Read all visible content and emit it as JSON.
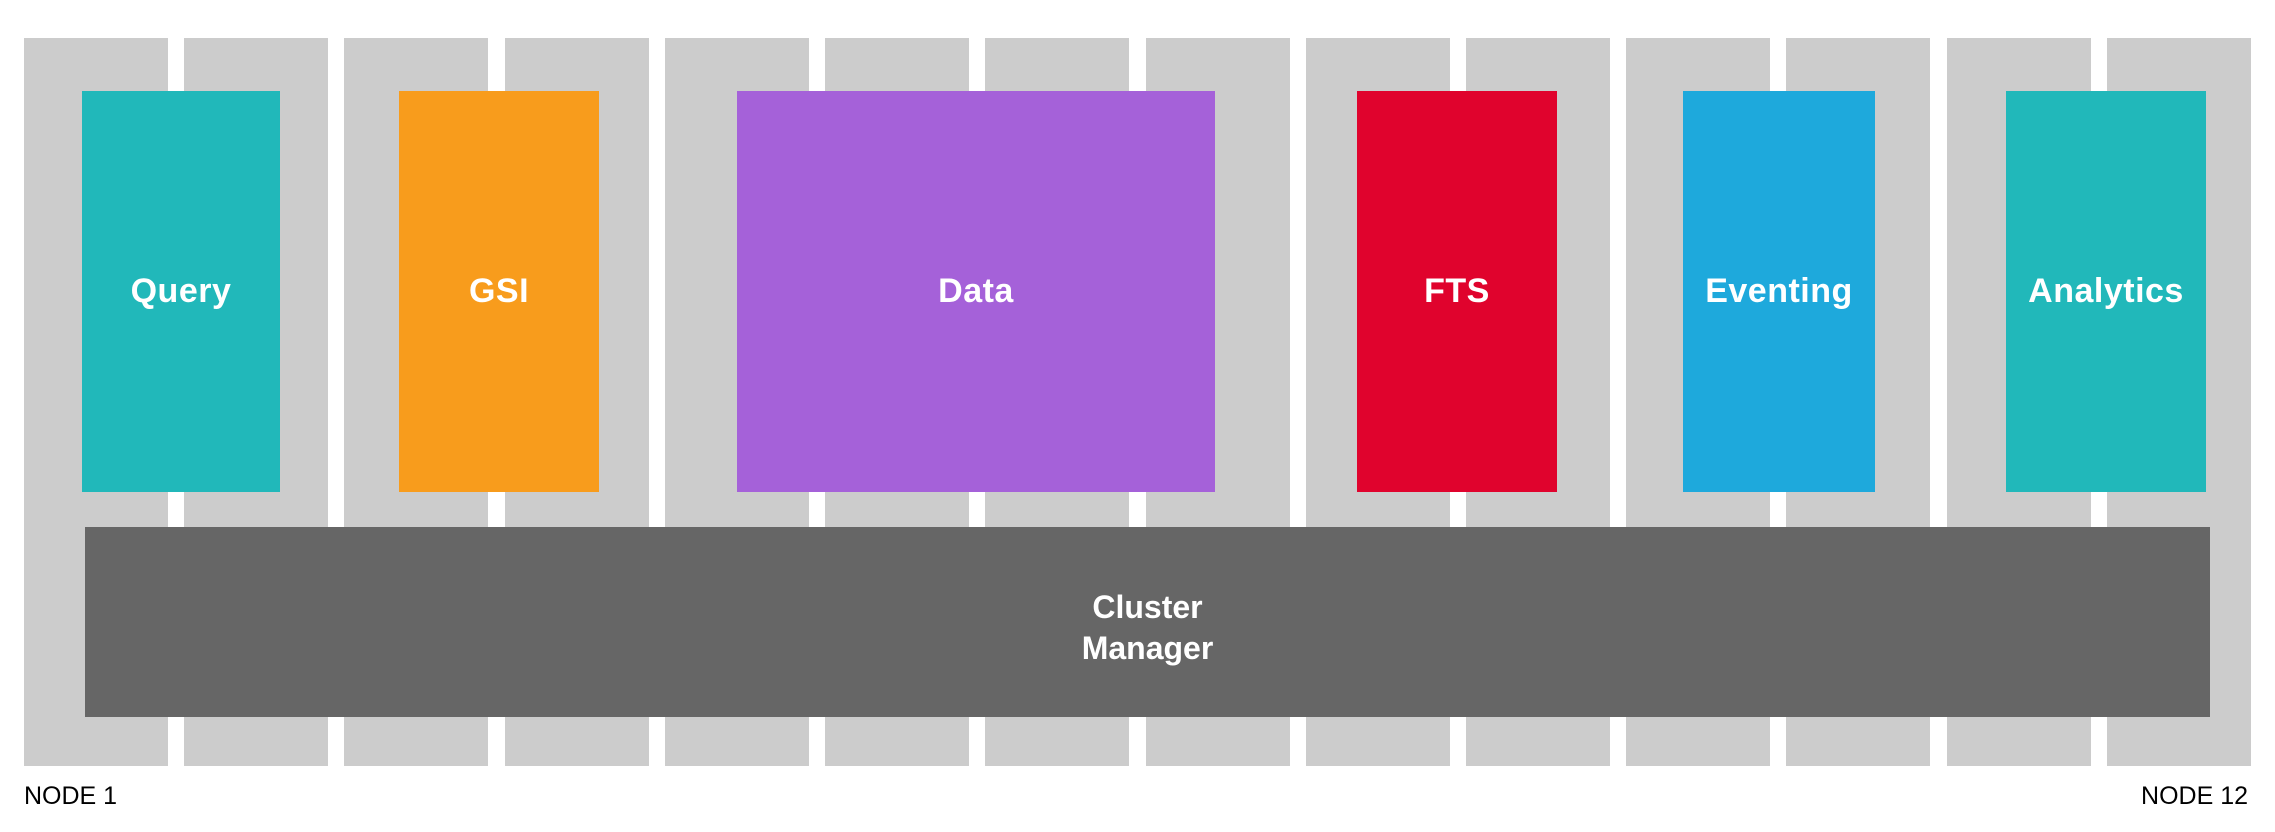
{
  "diagram": {
    "type": "cluster-services-architecture",
    "background_color": "#ffffff",
    "nodes": {
      "column_count": 14,
      "column_color": "#cccccc",
      "first_label": "NODE 1",
      "last_label": "NODE 12",
      "label_color": "#000000"
    },
    "services": [
      {
        "id": "query",
        "label": "Query",
        "color": "#21b8ba",
        "spans_columns": "1-2"
      },
      {
        "id": "gsi",
        "label": "GSI",
        "color": "#f89c1c",
        "spans_columns": "3-4"
      },
      {
        "id": "data",
        "label": "Data",
        "color": "#a561d9",
        "spans_columns": "5-8"
      },
      {
        "id": "fts",
        "label": "FTS",
        "color": "#e0032d",
        "spans_columns": "9-10"
      },
      {
        "id": "eventing",
        "label": "Eventing",
        "color": "#1ea9dc",
        "spans_columns": "11-12"
      },
      {
        "id": "analytics",
        "label": "Analytics",
        "color": "#21b8ba",
        "spans_columns": "13-14"
      }
    ],
    "cluster_manager": {
      "label_line1": "Cluster",
      "label_line2": "Manager",
      "color": "#666666",
      "text_color": "#ffffff"
    }
  }
}
